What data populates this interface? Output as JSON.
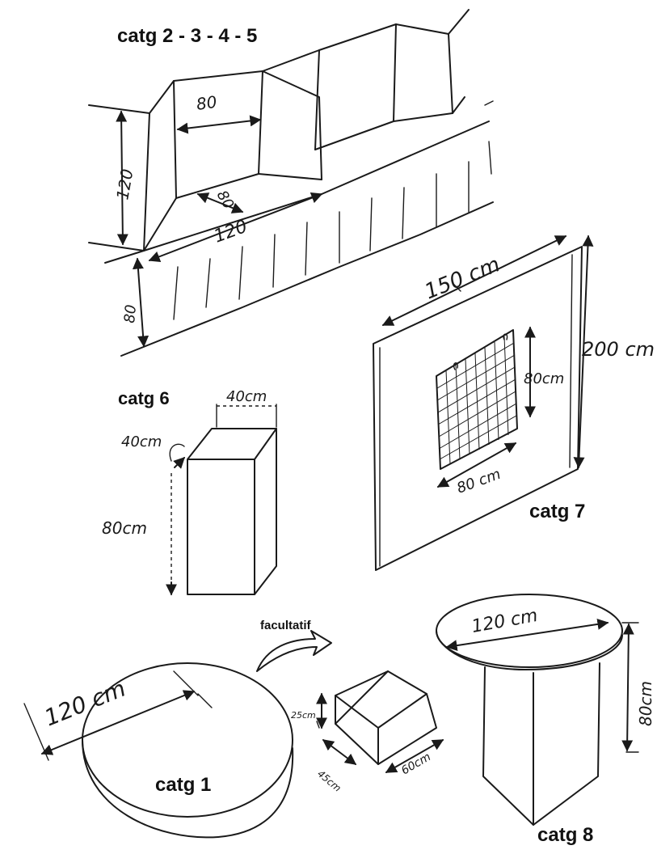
{
  "labels": {
    "catg_2345": "catg 2 - 3 - 4 - 5",
    "catg_6": "catg 6",
    "catg_7": "catg 7",
    "catg_1": "catg 1",
    "catg_8": "catg 8",
    "facultatif": "facultatif"
  },
  "dimensions": {
    "bench_width": "80",
    "bench_height": "120",
    "bench_depth": "80",
    "bench_length": "120",
    "bench_base": "80",
    "panel_width": "150 cm",
    "panel_height": "200 cm",
    "grid_height": "80cm",
    "grid_width": "80 cm",
    "pedestal_width": "40cm",
    "pedestal_depth": "40cm",
    "pedestal_height": "80cm",
    "round_diameter": "120 cm",
    "box_height": "25cm",
    "box_depth": "45cm",
    "box_length": "60cm",
    "table_diameter": "120 cm",
    "table_height": "80cm"
  }
}
